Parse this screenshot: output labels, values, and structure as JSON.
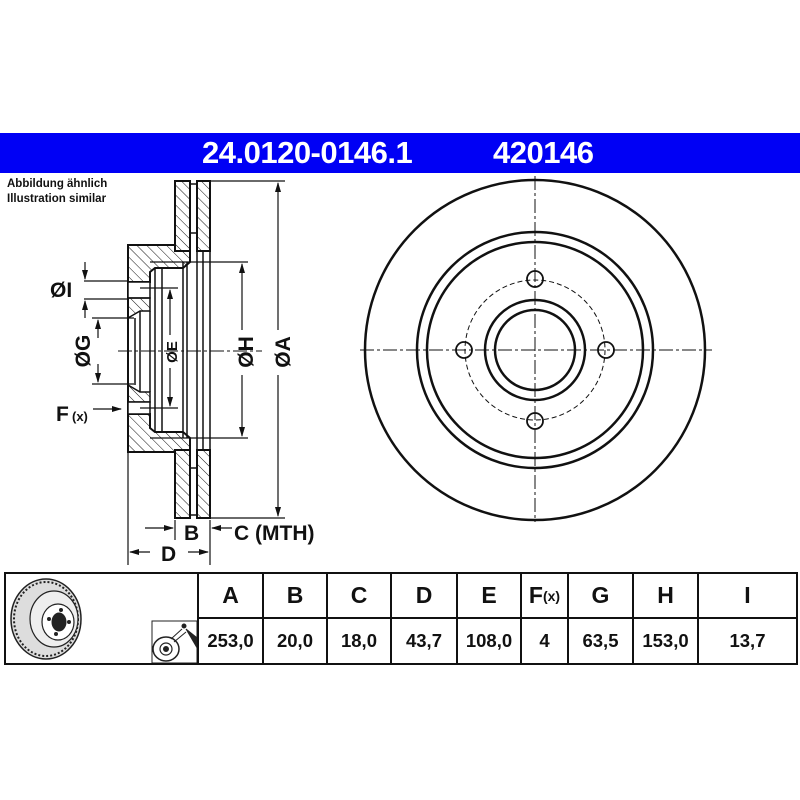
{
  "header": {
    "part_number": "24.0120-0146.1",
    "ref_number": "420146",
    "bar_color": "#0000f5"
  },
  "caption": {
    "line1": "Abbildung ähnlich",
    "line2": "Illustration similar"
  },
  "drawing_labels": {
    "dia_I": "ØI",
    "dia_G": "ØG",
    "dia_E": "ØE",
    "dia_H": "ØH",
    "dia_A": "ØA",
    "F": "F",
    "F_suffix": "(x)",
    "B": "B",
    "C": "C (MTH)",
    "D": "D"
  },
  "table": {
    "columns": [
      {
        "key": "A",
        "label": "A",
        "value": "253,0"
      },
      {
        "key": "B",
        "label": "B",
        "value": "20,0"
      },
      {
        "key": "C",
        "label": "C",
        "value": "18,0"
      },
      {
        "key": "D",
        "label": "D",
        "value": "43,7"
      },
      {
        "key": "E",
        "label": "E",
        "value": "108,0"
      },
      {
        "key": "F",
        "label": "F",
        "label_suffix": "(x)",
        "value": "4"
      },
      {
        "key": "G",
        "label": "G",
        "value": "63,5"
      },
      {
        "key": "H",
        "label": "H",
        "value": "153,0"
      },
      {
        "key": "I",
        "label": "I",
        "value": "13,7"
      }
    ]
  },
  "icons": {
    "disc_thumbnail": "brake-disc-perspective-icon",
    "coating_thumbnail": "spray-coating-icon"
  }
}
